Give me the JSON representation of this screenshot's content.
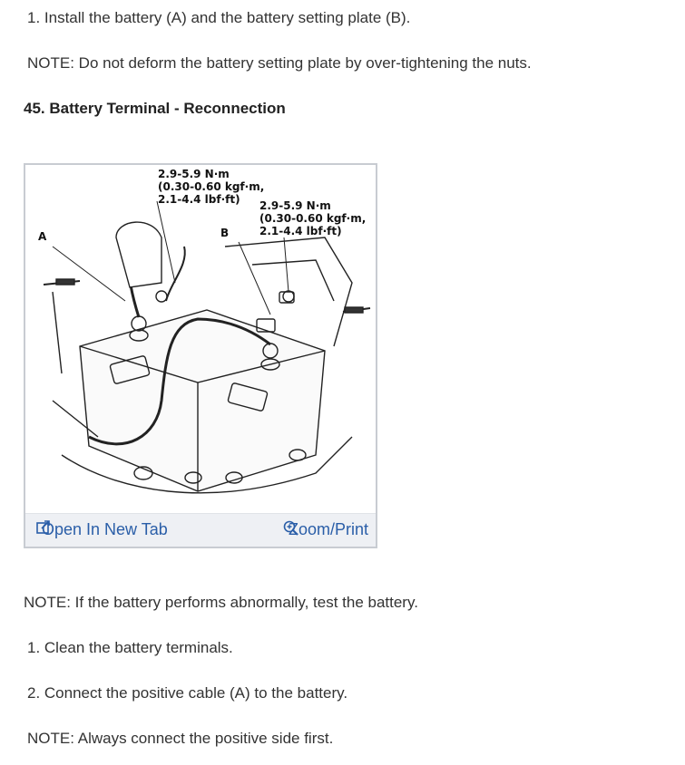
{
  "steps_top": {
    "step1": "1. Install the battery (A) and the battery setting plate (B).",
    "note1": "NOTE: Do not deform the battery setting plate by over-tightening the nuts."
  },
  "section": {
    "heading": "45. Battery Terminal - Reconnection"
  },
  "figure": {
    "torque1": [
      "2.9-5.9 N·m",
      "(0.30-0.60 kgf·m,",
      "2.1-4.4 lbf·ft)"
    ],
    "torque2": [
      "2.9-5.9 N·m",
      "(0.30-0.60 kgf·m,",
      "2.1-4.4 lbf·ft)"
    ],
    "label_a": "A",
    "label_b": "B",
    "open_tab": "Open In New Tab",
    "zoom_print": "Zoom/Print",
    "icons": {
      "open_tab": "external-window-icon",
      "zoom": "magnifier-plus-icon"
    },
    "link_color": "#2a5ea8"
  },
  "steps_bottom": {
    "note2": "NOTE: If the battery performs abnormally, test the battery.",
    "step1": "1. Clean the battery terminals.",
    "step2": "2. Connect the positive cable (A) to the battery.",
    "note3": "NOTE: Always connect the positive side first."
  }
}
